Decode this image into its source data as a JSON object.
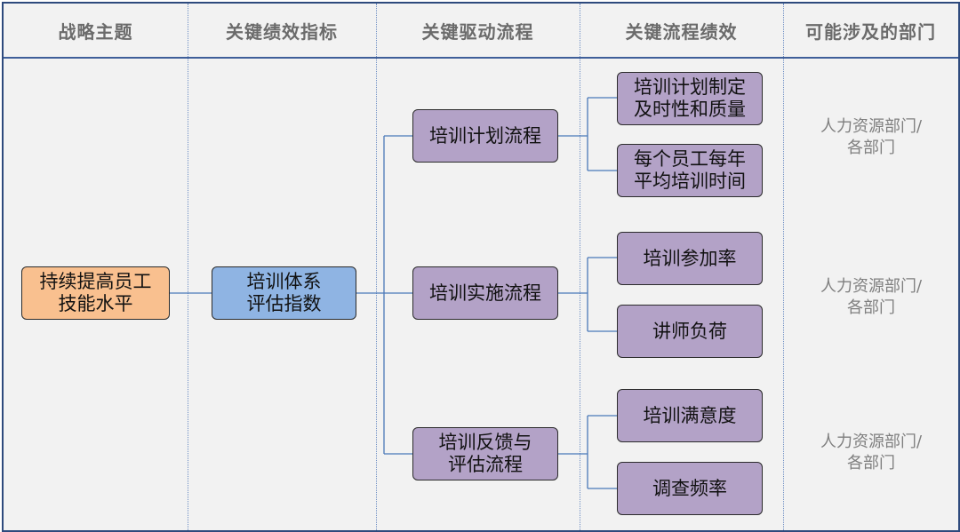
{
  "columns": [
    "战略主题",
    "关键绩效指标",
    "关键驱动流程",
    "关键流程绩效",
    "可能涉及的部门"
  ],
  "strategy": {
    "line1": "持续提高员工",
    "line2": "技能水平"
  },
  "kpi": {
    "line1": "培训体系",
    "line2": "评估指数"
  },
  "processes": [
    {
      "line1": "培训计划流程",
      "line2": ""
    },
    {
      "line1": "培训实施流程",
      "line2": ""
    },
    {
      "line1": "培训反馈与",
      "line2": "评估流程"
    }
  ],
  "performance": [
    {
      "line1": "培训计划制定",
      "line2": "及时性和质量"
    },
    {
      "line1": "每个员工每年",
      "line2": "平均培训时间"
    },
    {
      "line1": "培训参加率",
      "line2": ""
    },
    {
      "line1": "讲师负荷",
      "line2": ""
    },
    {
      "line1": "培训满意度",
      "line2": ""
    },
    {
      "line1": "调查频率",
      "line2": ""
    }
  ],
  "departments": [
    {
      "line1": "人力资源部门/",
      "line2": "各部门"
    },
    {
      "line1": "人力资源部门/",
      "line2": "各部门"
    },
    {
      "line1": "人力资源部门/",
      "line2": "各部门"
    }
  ],
  "colors": {
    "strategy": "#f9c08f",
    "kpi": "#8fb4e3",
    "process": "#b3a2c7",
    "connector": "#4a78b8",
    "border": "#2e4a7d"
  }
}
